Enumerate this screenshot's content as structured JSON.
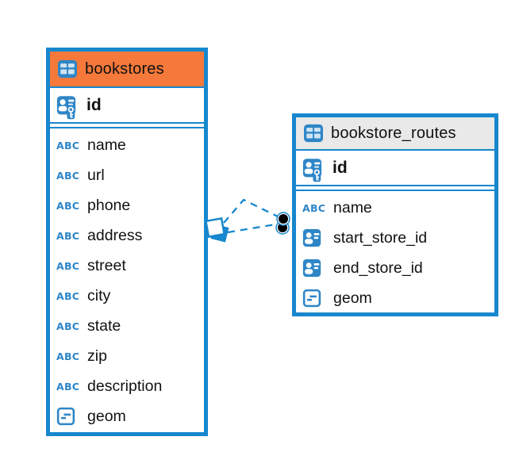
{
  "icons": {
    "text_glyph": "ABC"
  },
  "colors": {
    "accent_blue": "#1787ce",
    "icon_blue": "#2e86c7",
    "bookstores_header_orange": "#f5793b",
    "routes_header_gray": "#e9e9e9",
    "field_text": "#111111"
  },
  "diagram": {
    "tables": [
      {
        "name": "bookstores",
        "pk": {
          "label": "id"
        },
        "fields": [
          {
            "label": "name",
            "type": "text"
          },
          {
            "label": "url",
            "type": "text"
          },
          {
            "label": "phone",
            "type": "text"
          },
          {
            "label": "address",
            "type": "text"
          },
          {
            "label": "street",
            "type": "text"
          },
          {
            "label": "city",
            "type": "text"
          },
          {
            "label": "state",
            "type": "text"
          },
          {
            "label": "zip",
            "type": "text"
          },
          {
            "label": "description",
            "type": "text"
          },
          {
            "label": "geom",
            "type": "geometry"
          }
        ]
      },
      {
        "name": "bookstore_routes",
        "pk": {
          "label": "id"
        },
        "fields": [
          {
            "label": "name",
            "type": "text"
          },
          {
            "label": "start_store_id",
            "type": "reference"
          },
          {
            "label": "end_store_id",
            "type": "reference"
          },
          {
            "label": "geom",
            "type": "geometry"
          }
        ]
      }
    ],
    "relation": {
      "from": "bookstores",
      "to": "bookstore_routes",
      "style": "dashed",
      "link_count": 2
    }
  }
}
